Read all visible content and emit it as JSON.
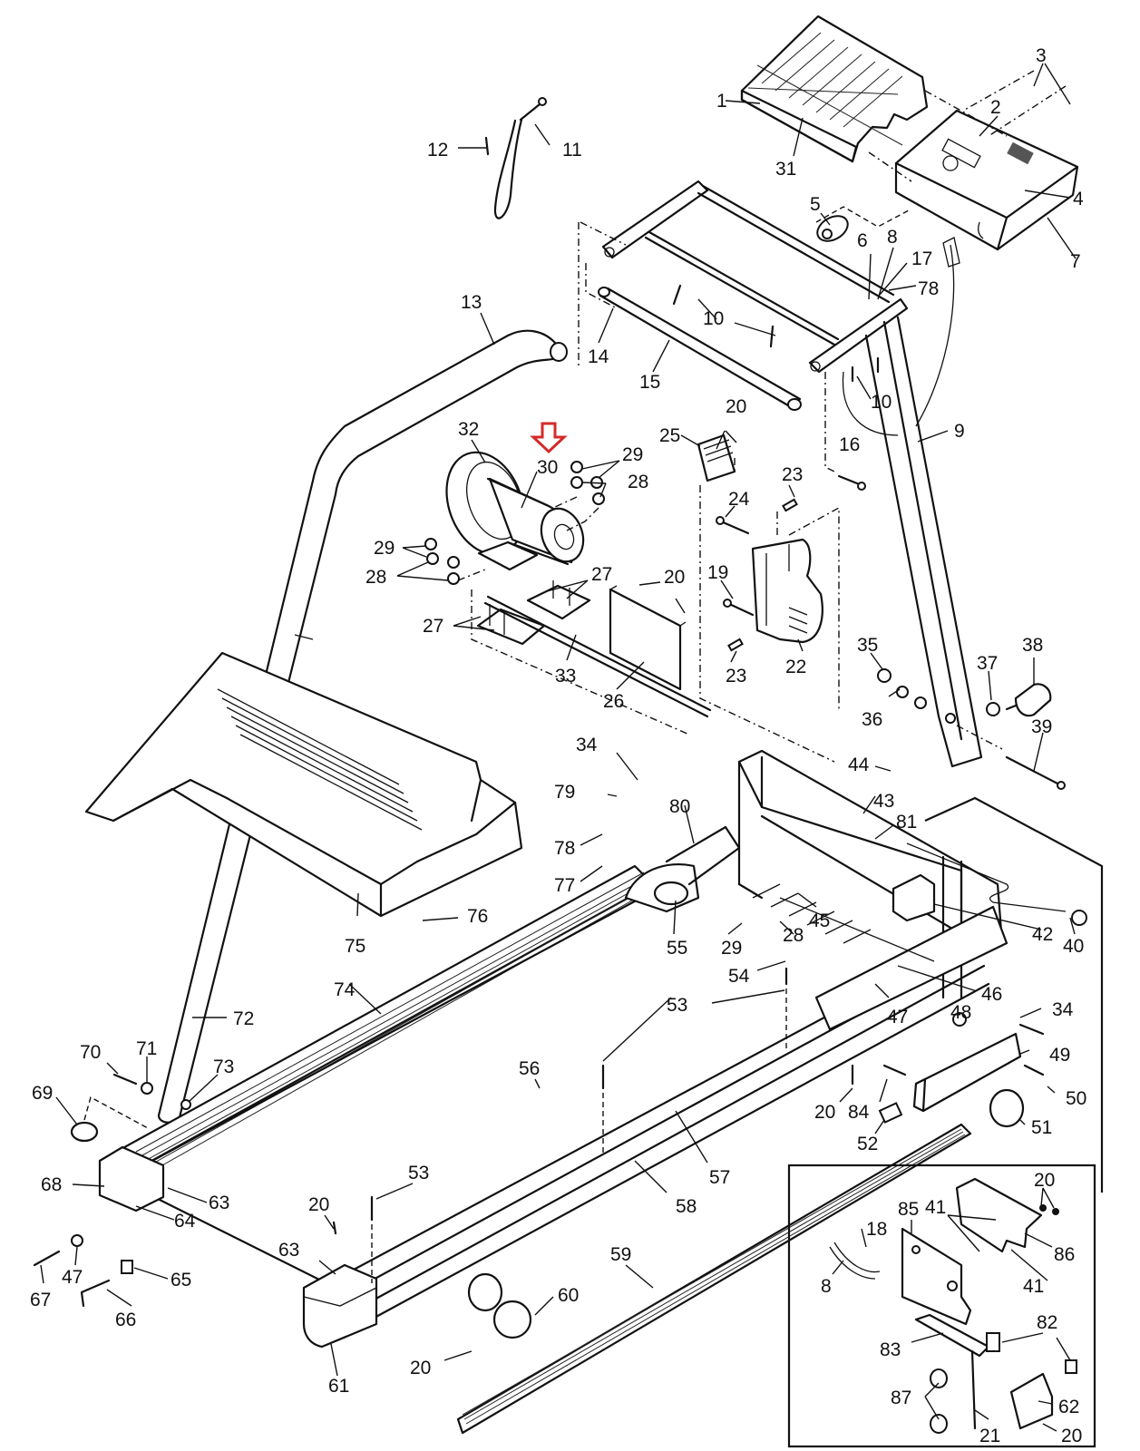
{
  "diagram": {
    "title": "Treadmill exploded parts diagram",
    "highlight": {
      "part": "30",
      "indicator": "red-outline-down-arrow",
      "color": "#d42a2a"
    },
    "callouts": [
      {
        "id": "c1",
        "text": "1"
      },
      {
        "id": "c2",
        "text": "2"
      },
      {
        "id": "c3",
        "text": "3"
      },
      {
        "id": "c4",
        "text": "4"
      },
      {
        "id": "c5",
        "text": "5"
      },
      {
        "id": "c6",
        "text": "6"
      },
      {
        "id": "c7",
        "text": "7"
      },
      {
        "id": "c8a",
        "text": "8"
      },
      {
        "id": "c9",
        "text": "9"
      },
      {
        "id": "c10a",
        "text": "10"
      },
      {
        "id": "c10b",
        "text": "10"
      },
      {
        "id": "c11",
        "text": "11"
      },
      {
        "id": "c12",
        "text": "12"
      },
      {
        "id": "c13",
        "text": "13"
      },
      {
        "id": "c14",
        "text": "14"
      },
      {
        "id": "c15",
        "text": "15"
      },
      {
        "id": "c16",
        "text": "16"
      },
      {
        "id": "c17",
        "text": "17"
      },
      {
        "id": "c78a",
        "text": "78"
      },
      {
        "id": "c31",
        "text": "31"
      },
      {
        "id": "c20a",
        "text": "20"
      },
      {
        "id": "c25",
        "text": "25"
      },
      {
        "id": "c32",
        "text": "32"
      },
      {
        "id": "c30",
        "text": "30"
      },
      {
        "id": "c29a",
        "text": "29"
      },
      {
        "id": "c28a",
        "text": "28"
      },
      {
        "id": "c29b",
        "text": "29"
      },
      {
        "id": "c28b",
        "text": "28"
      },
      {
        "id": "c27a",
        "text": "27"
      },
      {
        "id": "c27b",
        "text": "27"
      },
      {
        "id": "c20b",
        "text": "20"
      },
      {
        "id": "c33",
        "text": "33"
      },
      {
        "id": "c26",
        "text": "26"
      },
      {
        "id": "c23a",
        "text": "23"
      },
      {
        "id": "c24",
        "text": "24"
      },
      {
        "id": "c19",
        "text": "19"
      },
      {
        "id": "c23b",
        "text": "23"
      },
      {
        "id": "c22",
        "text": "22"
      },
      {
        "id": "c35",
        "text": "35"
      },
      {
        "id": "c36",
        "text": "36"
      },
      {
        "id": "c37",
        "text": "37"
      },
      {
        "id": "c38",
        "text": "38"
      },
      {
        "id": "c39",
        "text": "39"
      },
      {
        "id": "c44",
        "text": "44"
      },
      {
        "id": "c43",
        "text": "43"
      },
      {
        "id": "c81",
        "text": "81"
      },
      {
        "id": "c42",
        "text": "42"
      },
      {
        "id": "c40",
        "text": "40"
      },
      {
        "id": "c34a",
        "text": "34"
      },
      {
        "id": "c79",
        "text": "79"
      },
      {
        "id": "c80",
        "text": "80"
      },
      {
        "id": "c78b",
        "text": "78"
      },
      {
        "id": "c77",
        "text": "77"
      },
      {
        "id": "c55",
        "text": "55"
      },
      {
        "id": "c29c",
        "text": "29"
      },
      {
        "id": "c28c",
        "text": "28"
      },
      {
        "id": "c45",
        "text": "45"
      },
      {
        "id": "c54",
        "text": "54"
      },
      {
        "id": "c46",
        "text": "46"
      },
      {
        "id": "c47a",
        "text": "47"
      },
      {
        "id": "c34b",
        "text": "34"
      },
      {
        "id": "c48",
        "text": "48"
      },
      {
        "id": "c49",
        "text": "49"
      },
      {
        "id": "c50",
        "text": "50"
      },
      {
        "id": "c51",
        "text": "51"
      },
      {
        "id": "c20c",
        "text": "20"
      },
      {
        "id": "c84",
        "text": "84"
      },
      {
        "id": "c52",
        "text": "52"
      },
      {
        "id": "c75",
        "text": "75"
      },
      {
        "id": "c76",
        "text": "76"
      },
      {
        "id": "c74",
        "text": "74"
      },
      {
        "id": "c72",
        "text": "72"
      },
      {
        "id": "c53a",
        "text": "53"
      },
      {
        "id": "c56",
        "text": "56"
      },
      {
        "id": "c53b",
        "text": "53"
      },
      {
        "id": "c57",
        "text": "57"
      },
      {
        "id": "c58",
        "text": "58"
      },
      {
        "id": "c70",
        "text": "70"
      },
      {
        "id": "c71",
        "text": "71"
      },
      {
        "id": "c73",
        "text": "73"
      },
      {
        "id": "c69",
        "text": "69"
      },
      {
        "id": "c68",
        "text": "68"
      },
      {
        "id": "c63a",
        "text": "63"
      },
      {
        "id": "c64",
        "text": "64"
      },
      {
        "id": "c67",
        "text": "67"
      },
      {
        "id": "c47b",
        "text": "47"
      },
      {
        "id": "c65",
        "text": "65"
      },
      {
        "id": "c66",
        "text": "66"
      },
      {
        "id": "c20d",
        "text": "20"
      },
      {
        "id": "c63b",
        "text": "63"
      },
      {
        "id": "c61",
        "text": "61"
      },
      {
        "id": "c59",
        "text": "59"
      },
      {
        "id": "c60",
        "text": "60"
      },
      {
        "id": "c20e",
        "text": "20"
      },
      {
        "id": "c20f",
        "text": "20"
      },
      {
        "id": "c41a",
        "text": "41"
      },
      {
        "id": "c85",
        "text": "85"
      },
      {
        "id": "c18",
        "text": "18"
      },
      {
        "id": "c8b",
        "text": "8"
      },
      {
        "id": "c86",
        "text": "86"
      },
      {
        "id": "c41b",
        "text": "41"
      },
      {
        "id": "c82a",
        "text": "82"
      },
      {
        "id": "c83",
        "text": "83"
      },
      {
        "id": "c87",
        "text": "87"
      },
      {
        "id": "c62",
        "text": "62"
      },
      {
        "id": "c21",
        "text": "21"
      },
      {
        "id": "c20g",
        "text": "20"
      }
    ],
    "part_names": {
      "console_cover": "1",
      "console": "2",
      "handrail_crossbar": "15",
      "upright": "9",
      "handrail": "13",
      "motor": "30",
      "flywheel": "32",
      "motor_hood": "75",
      "walking_belt": "56",
      "frame_rail": "58",
      "foot_rail_left": "74",
      "foot_rail_right": "59",
      "lift_motor": "22",
      "support_leg": "49",
      "wheel": "51",
      "controller_box_inset": "85"
    }
  }
}
